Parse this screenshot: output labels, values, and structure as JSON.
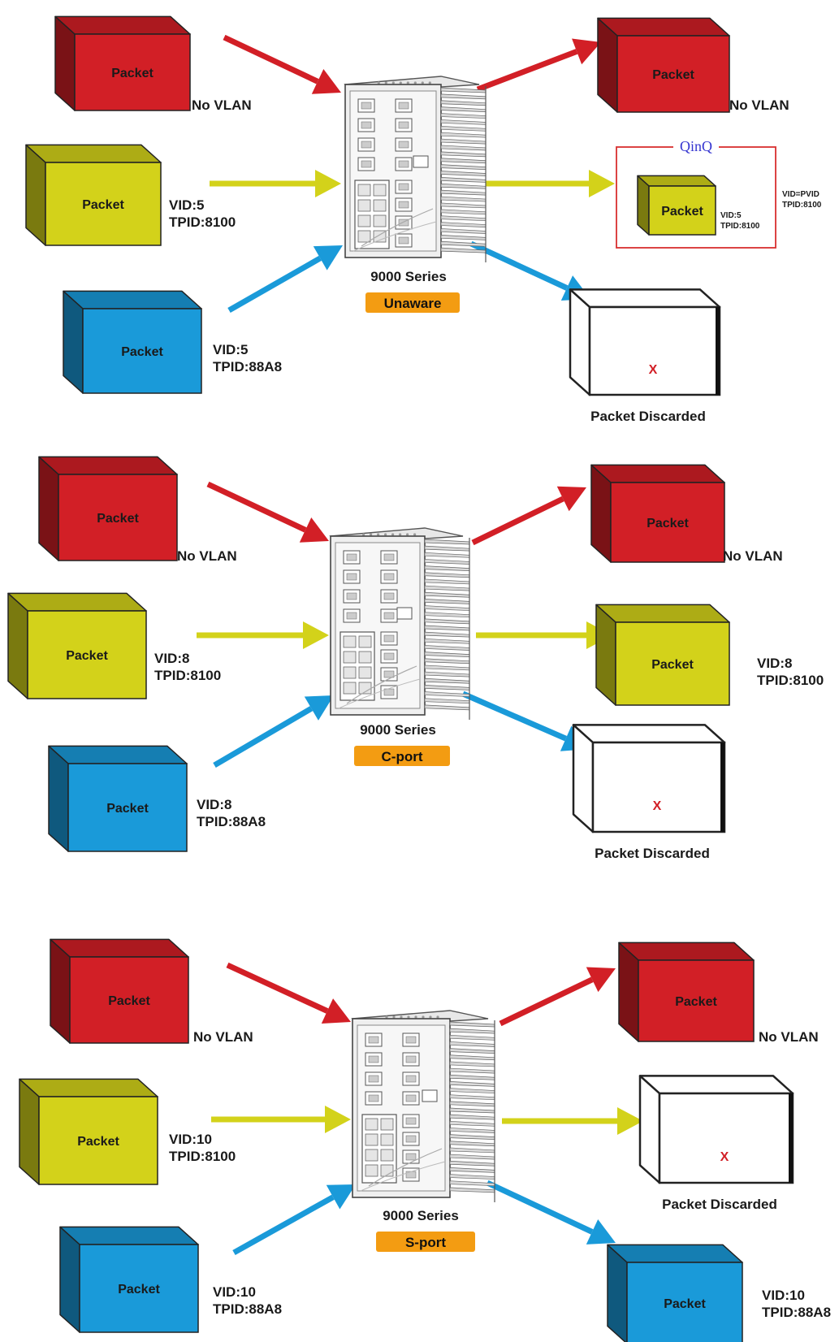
{
  "colors": {
    "red": "#d21f26",
    "yellow": "#d3d21a",
    "blue": "#1a9ad9",
    "white": "#ffffff",
    "orange": "#f39c12",
    "qinq_border": "#d93030",
    "qinq_text": "#3535d0",
    "discard_x": "#d21f26"
  },
  "panels": [
    {
      "device_label": "9000 Series",
      "mode_label": "Unaware",
      "inputs": [
        {
          "color": "red",
          "packet": "Packet",
          "label1": "No VLAN",
          "label2": ""
        },
        {
          "color": "yellow",
          "packet": "Packet",
          "label1": "VID:5",
          "label2": "TPID:8100"
        },
        {
          "color": "blue",
          "packet": "Packet",
          "label1": "VID:5",
          "label2": "TPID:88A8"
        }
      ],
      "outputs": [
        {
          "kind": "packet",
          "color": "red",
          "packet": "Packet",
          "label1": "No VLAN",
          "label2": ""
        },
        {
          "kind": "qinq",
          "color": "yellow",
          "title": "QinQ",
          "packet": "Packet",
          "inner1": "VID:5",
          "inner2": "TPID:8100",
          "outer1": "VID=PVID",
          "outer2": "TPID:8100"
        },
        {
          "kind": "discard",
          "color": "white",
          "mark": "X",
          "caption": "Packet Discarded"
        }
      ]
    },
    {
      "device_label": "9000 Series",
      "mode_label": "C-port",
      "inputs": [
        {
          "color": "red",
          "packet": "Packet",
          "label1": "No VLAN",
          "label2": ""
        },
        {
          "color": "yellow",
          "packet": "Packet",
          "label1": "VID:8",
          "label2": "TPID:8100"
        },
        {
          "color": "blue",
          "packet": "Packet",
          "label1": "VID:8",
          "label2": "TPID:88A8"
        }
      ],
      "outputs": [
        {
          "kind": "packet",
          "color": "red",
          "packet": "Packet",
          "label1": "No VLAN",
          "label2": ""
        },
        {
          "kind": "packet",
          "color": "yellow",
          "packet": "Packet",
          "label1": "VID:8",
          "label2": "TPID:8100"
        },
        {
          "kind": "discard",
          "color": "white",
          "mark": "X",
          "caption": "Packet Discarded"
        }
      ]
    },
    {
      "device_label": "9000 Series",
      "mode_label": "S-port",
      "inputs": [
        {
          "color": "red",
          "packet": "Packet",
          "label1": "No VLAN",
          "label2": ""
        },
        {
          "color": "yellow",
          "packet": "Packet",
          "label1": "VID:10",
          "label2": "TPID:8100"
        },
        {
          "color": "blue",
          "packet": "Packet",
          "label1": "VID:10",
          "label2": "TPID:88A8"
        }
      ],
      "outputs": [
        {
          "kind": "packet",
          "color": "red",
          "packet": "Packet",
          "label1": "No VLAN",
          "label2": ""
        },
        {
          "kind": "discard",
          "color": "white",
          "mark": "X",
          "caption": "Packet Discarded"
        },
        {
          "kind": "packet",
          "color": "blue",
          "packet": "Packet",
          "label1": "VID:10",
          "label2": "TPID:88A8"
        }
      ]
    }
  ]
}
